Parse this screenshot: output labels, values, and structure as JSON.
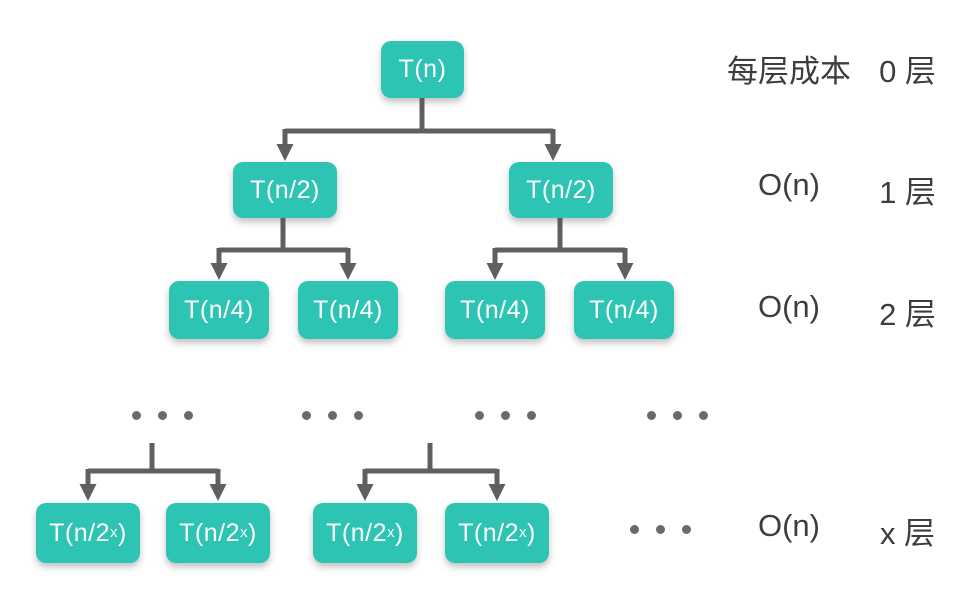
{
  "colors": {
    "background": "#ffffff",
    "node_fill": "#2ec4b4",
    "node_text": "#ffffff",
    "edge": "#5f5f5f",
    "dots": "#6a6a6a",
    "label_text": "#3d3d3d"
  },
  "nodes": {
    "root": "T(n)",
    "half": "T(n/2)",
    "quarter": "T(n/4)",
    "xfrac_prefix": "T(n/2",
    "xfrac_sup": "x",
    "xfrac_suffix": ")"
  },
  "legend": {
    "rows": [
      {
        "cost": "每层成本",
        "level": "0 层"
      },
      {
        "cost": "O(n)",
        "level": "1 层"
      },
      {
        "cost": "O(n)",
        "level": "2 层"
      },
      {
        "cost": "O(n)",
        "level": "x 层"
      }
    ]
  }
}
